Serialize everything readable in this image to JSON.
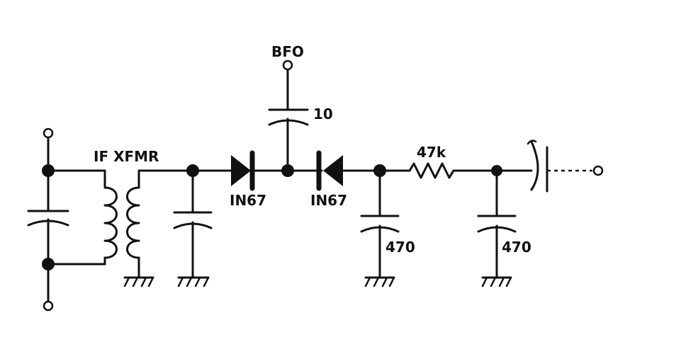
{
  "labels": {
    "bfo": "BFO",
    "bfo_cap": "10",
    "if_xfmr": "IF XFMR",
    "diode_left": "IN67",
    "diode_right": "IN67",
    "resistor": "47k",
    "cap_1": "470",
    "cap_2": "470"
  }
}
